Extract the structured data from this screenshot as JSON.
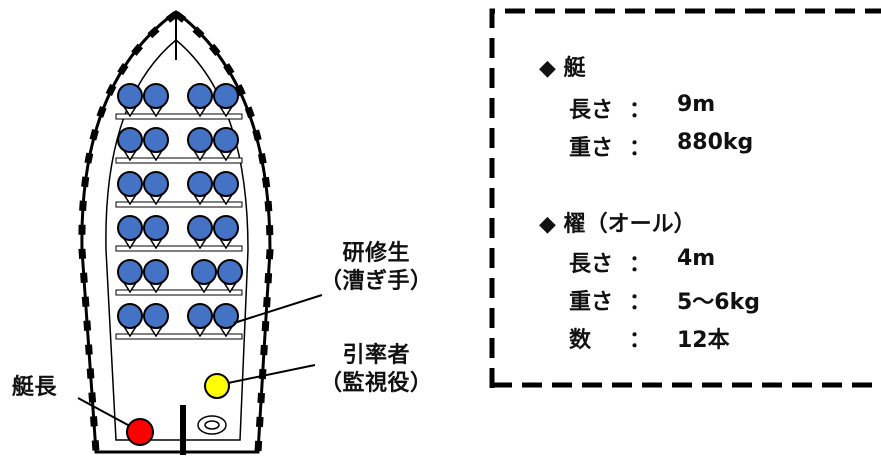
{
  "diagram": {
    "labels": {
      "rowers": [
        "研修生",
        "（漕ぎ手）"
      ],
      "supervisor": [
        "引率者",
        "（監視役）"
      ],
      "captain": "艇長"
    },
    "colors": {
      "rower": "#4472c4",
      "supervisor": "#ffff00",
      "captain": "#ff0000",
      "outline": "#000000"
    },
    "rower_rows": 6,
    "rowers_per_row": 4
  },
  "specs": {
    "boat": {
      "marker": "◆",
      "title": "艇",
      "rows": [
        {
          "key": "長さ",
          "sep": "：",
          "value": "9m"
        },
        {
          "key": "重さ",
          "sep": "：",
          "value": "880kg"
        }
      ]
    },
    "oar": {
      "marker": "◆",
      "title": "櫂（オール）",
      "rows": [
        {
          "key": "長さ",
          "sep": "：",
          "value": "4m"
        },
        {
          "key": "重さ",
          "sep": "：",
          "value": "5～6kg"
        },
        {
          "key": "数",
          "sep": "：",
          "value": "12本"
        }
      ]
    }
  }
}
